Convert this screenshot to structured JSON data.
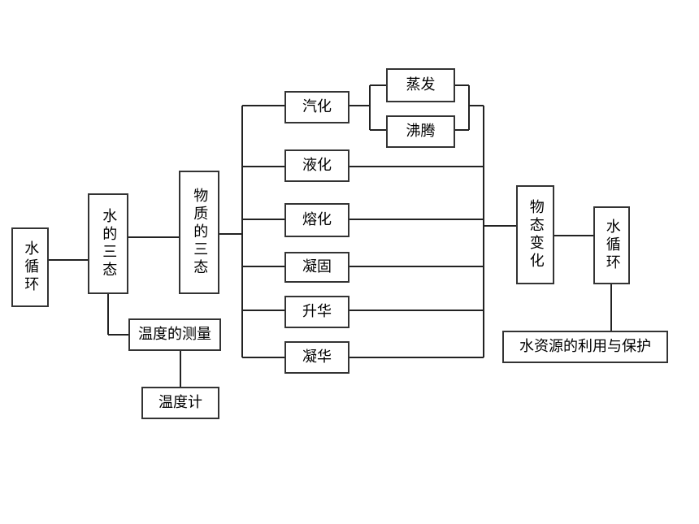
{
  "nodes": {
    "water_cycle_left": "水循环",
    "three_states_water": "水的三态",
    "three_states_matter": "物质的三态",
    "temperature_measurement": "温度的测量",
    "thermometer": "温度计",
    "vaporization": "汽化",
    "evaporation": "蒸发",
    "boiling": "沸腾",
    "liquefaction": "液化",
    "melting": "熔化",
    "solidification": "凝固",
    "sublimation": "升华",
    "deposition": "凝华",
    "state_change": "物态变化",
    "water_cycle_right": "水循环",
    "water_resources": "水资源的利用与保护"
  }
}
